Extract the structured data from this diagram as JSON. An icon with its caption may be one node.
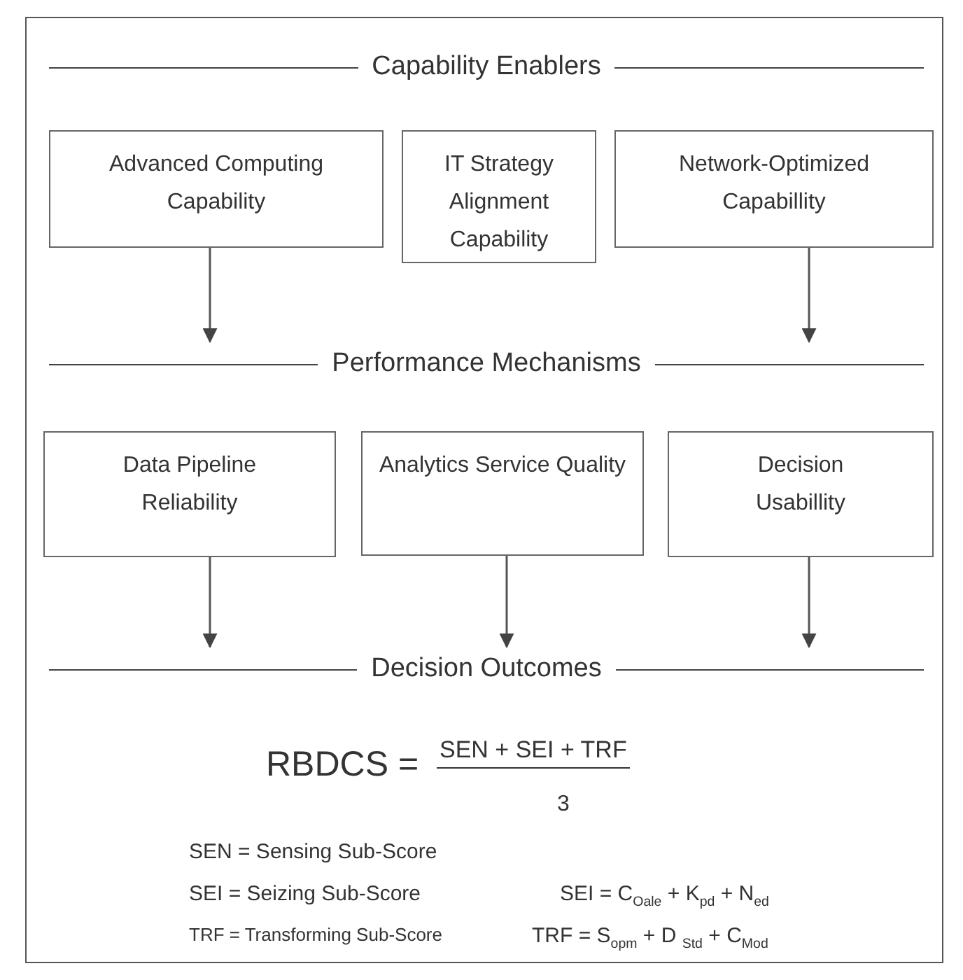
{
  "diagram": {
    "nodes": [
      {
        "text": [
          "Capability Enablers"
        ]
      },
      {
        "text": [
          "Advanced Computing Capability"
        ]
      },
      {
        "text": [
          "IT Strategy Alignment Capability"
        ]
      },
      {
        "text": [
          "Network-Optimized Capabillity"
        ]
      },
      {
        "text": [
          "Performance Mechanisms"
        ]
      },
      {
        "text": [
          "Data Pipeline Reliability"
        ]
      },
      {
        "text": [
          "Analytics Service Quality"
        ]
      },
      {
        "text": [
          "Decision Usabillity"
        ]
      },
      {
        "text": [
          "Decision Outcomes"
        ]
      }
    ],
    "edges": [
      {
        "from": 1,
        "to": 4,
        "arrow": "to"
      },
      {
        "from": 3,
        "to": 4,
        "arrow": "to"
      },
      {
        "from": 5,
        "to": 8,
        "arrow": "to"
      },
      {
        "from": 6,
        "to": 8,
        "arrow": "to"
      },
      {
        "from": 7,
        "to": 8,
        "arrow": "to"
      }
    ],
    "labels": [
      "RBDCS =",
      "SEN + SEI + TRF",
      "3",
      "SEN = Sensing Sub-Score",
      "SEI = Seizing Sub-Score",
      "SEI = C$_{Oale}$ + K$_{pd}$ + N$_{ed}$",
      "TRF = Transforming Sub-Score",
      "TRF = S$_{opm}$ + D $_{Std}$ + C$_{Mod}$"
    ]
  }
}
